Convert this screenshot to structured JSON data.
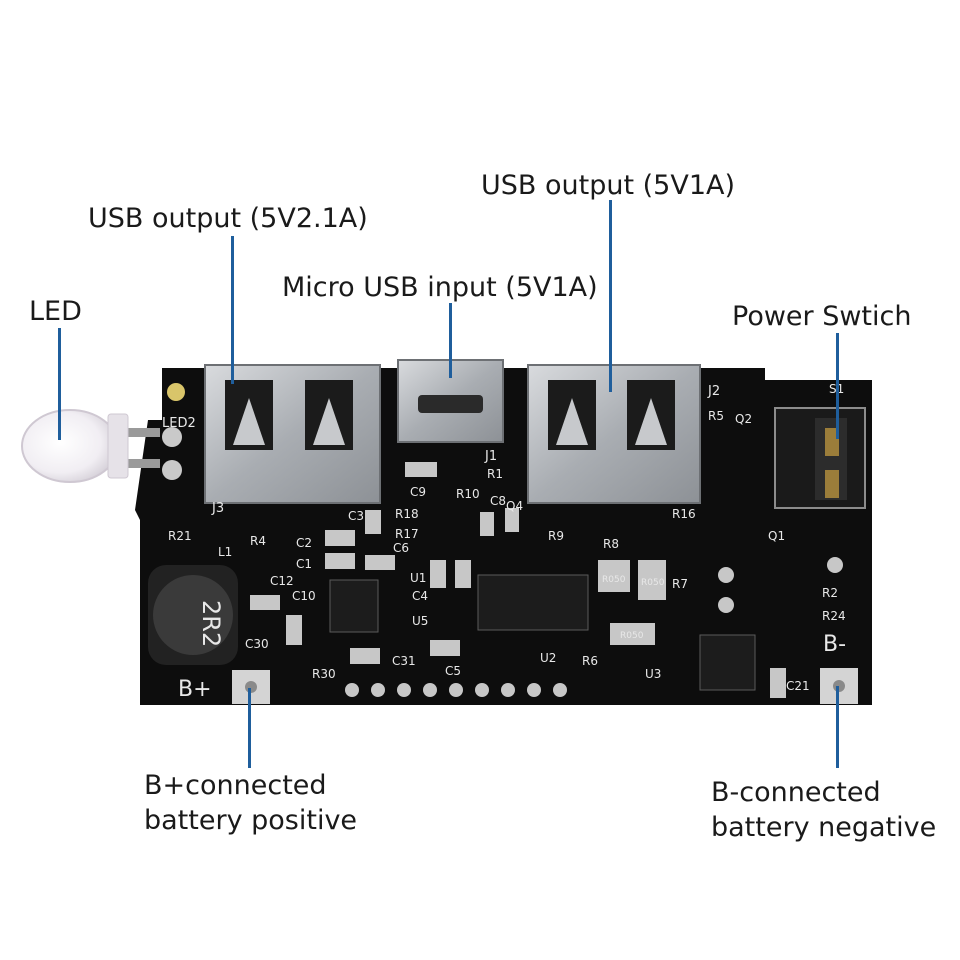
{
  "callouts": {
    "usb_output_2a": "USB output (5V2.1A)",
    "usb_output_1a": "USB output (5V1A)",
    "micro_usb_input": "Micro USB input (5V1A)",
    "led": "LED",
    "power_switch": "Power Swtich",
    "b_plus": "B+connected\nbattery positive",
    "b_minus": "B-connected\nbattery negative"
  },
  "silkscreen": {
    "led2": "LED2",
    "j1": "J1",
    "j2": "J2",
    "j3": "J3",
    "s1": "S1",
    "q1": "Q1",
    "q2": "Q2",
    "r1": "R1",
    "r2": "R2",
    "r4": "R4",
    "r5": "R5",
    "r6": "R6",
    "r7": "R7",
    "r8": "R8",
    "r9": "R9",
    "r10": "R10",
    "r16": "R16",
    "r17": "R17",
    "r18": "R18",
    "r21": "R21",
    "r24": "R24",
    "r30": "R30",
    "c1": "C1",
    "c2": "C2",
    "c3": "C3",
    "c4": "C4",
    "c5": "C5",
    "c6": "C6",
    "c8": "C8",
    "c9": "C9",
    "c10": "C10",
    "c12": "C12",
    "c21": "C21",
    "c30": "C30",
    "c31": "C31",
    "u1": "U1",
    "u2": "U2",
    "u3": "U3",
    "u5": "U5",
    "l1": "L1",
    "q4": "Q4",
    "inductor": "2R2",
    "r050a": "R050",
    "r050b": "R050",
    "r050c": "R050",
    "b_plus_pad": "B+",
    "b_minus_pad": "B-"
  },
  "colors": {
    "pcb": "#0d0d0d",
    "leader": "#1f5e9c",
    "usb_metal": "#b9bcc0",
    "pad": "#d4d4d4"
  }
}
